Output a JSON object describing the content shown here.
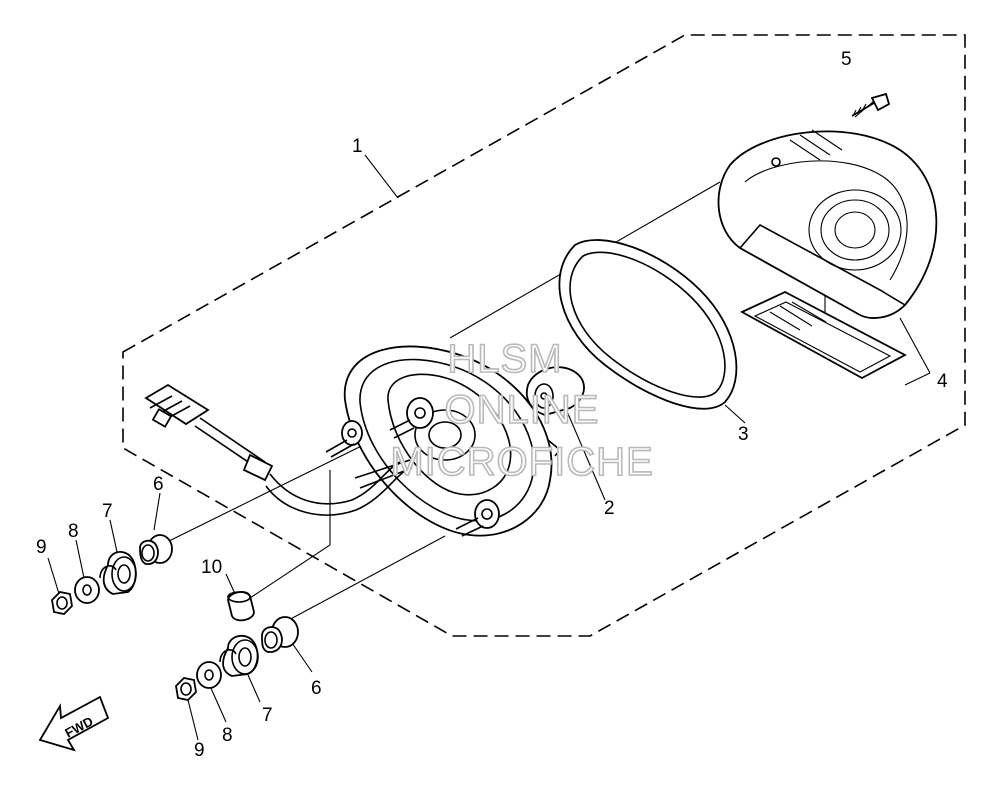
{
  "labels": {
    "p1": "1",
    "p2": "2",
    "p3": "3",
    "p4": "4",
    "p5": "5",
    "p6a": "6",
    "p6b": "6",
    "p7a": "7",
    "p7b": "7",
    "p8a": "8",
    "p8b": "8",
    "p9a": "9",
    "p9b": "9",
    "p10": "10"
  },
  "watermark": {
    "line1": "HLSM",
    "line2": "ONLINE",
    "line3": "MICROFICHE"
  },
  "direction": {
    "text": "FWD",
    "icon": "fwd-arrow-icon"
  }
}
